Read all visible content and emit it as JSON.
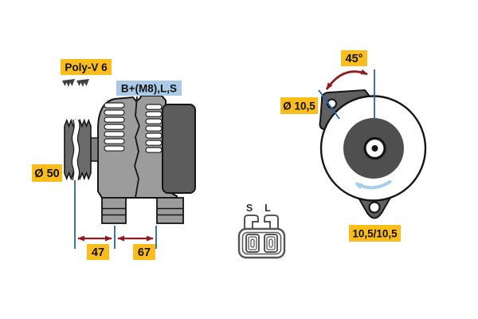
{
  "diagram": {
    "belt_label": "Poly-V 6",
    "terminal_label": "B+(M8),L,S",
    "pulley_diameter_label": "Ø 50",
    "dimension_47": "47",
    "dimension_67": "67",
    "angle_label": "45°",
    "mount_hole_diameter_label": "Ø 10,5",
    "mount_holes_label": "10,5/10,5",
    "connector": {
      "pin_left": "S",
      "pin_right": "L"
    }
  },
  "colors": {
    "label_yellow": "#FBBD1B",
    "label_blue": "#A9CBE7",
    "dim_blue": "#2565AE",
    "arrow_dark_red": "#8E1D20",
    "rotation_arrow_blue": "#A5CDEC",
    "body_gray": "#9C9C9C",
    "dark_gray": "#5C5C5C",
    "bracket_gray": "#606060"
  }
}
